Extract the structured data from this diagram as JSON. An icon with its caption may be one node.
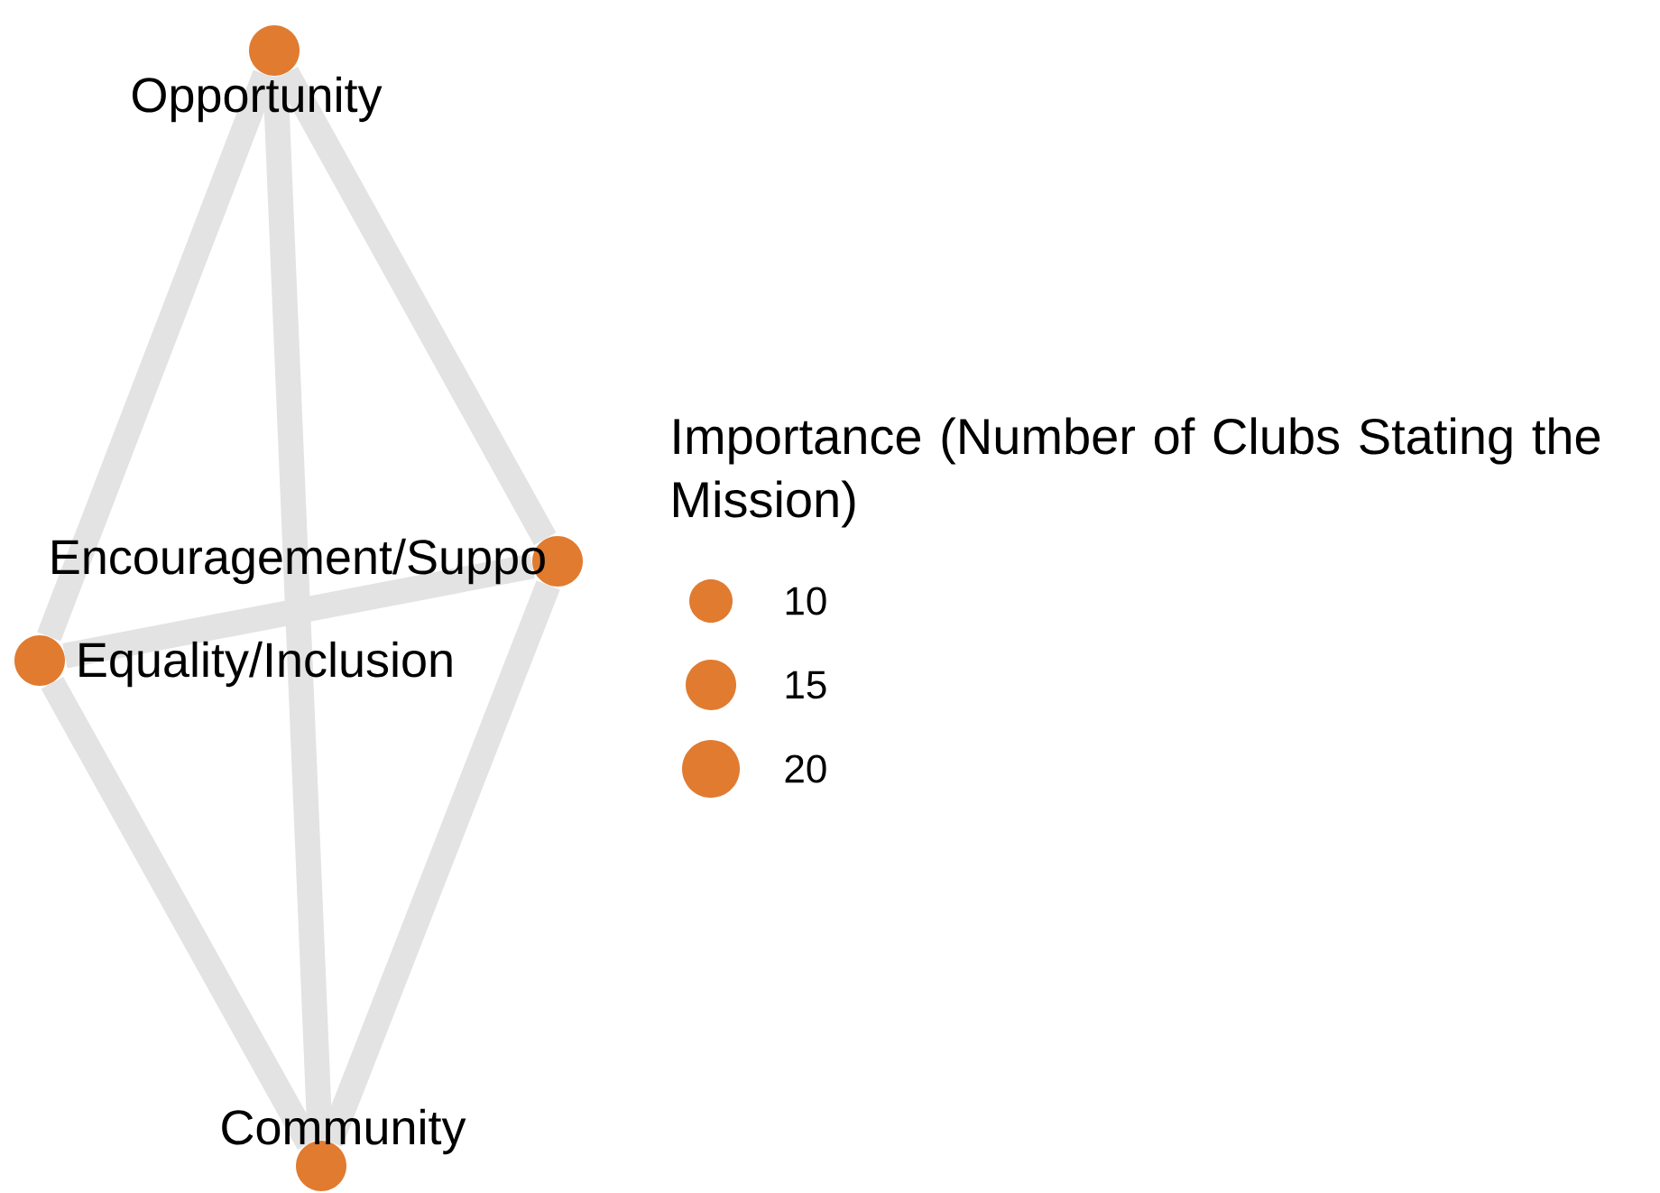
{
  "diagram": {
    "nodes": [
      {
        "text": [
          "Opportunity"
        ]
      },
      {
        "text": [
          "Encouragement/Suppo"
        ]
      },
      {
        "text": [
          "Equality/Inclusion"
        ]
      },
      {
        "text": [
          "Community"
        ]
      }
    ],
    "edges": [
      {
        "from": 0,
        "to": 2,
        "arrow": "none"
      },
      {
        "from": 0,
        "to": 1,
        "arrow": "none"
      },
      {
        "from": 0,
        "to": 3,
        "arrow": "none"
      },
      {
        "from": 2,
        "to": 1,
        "arrow": "none"
      },
      {
        "from": 2,
        "to": 3,
        "arrow": "none"
      },
      {
        "from": 1,
        "to": 3,
        "arrow": "none"
      }
    ],
    "labels": [
      "Importance (Number of Clubs Stating the Mission)"
    ],
    "legend": [
      {
        "text": "10",
        "color": "#e07b30"
      },
      {
        "text": "15",
        "color": "#e07b30"
      },
      {
        "text": "20",
        "color": "#e07b30"
      }
    ]
  }
}
